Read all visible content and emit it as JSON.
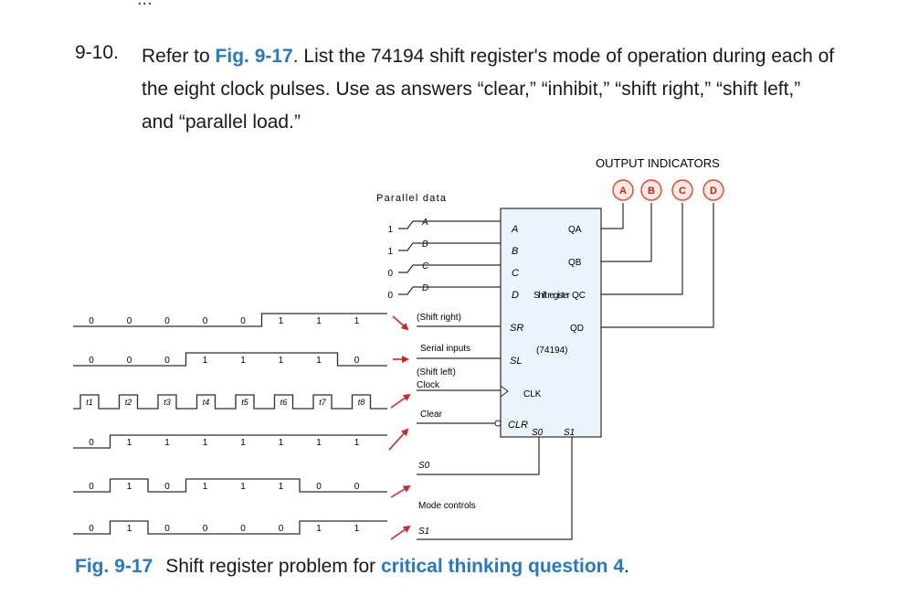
{
  "top_fragment": "...",
  "question": {
    "number": "9-10.",
    "text_before": "Refer to ",
    "fig_ref": "Fig. 9-17",
    "text_after": ". List the 74194 shift register's mode of operation during each of the eight clock pulses. Use as answers “clear,” “inhibit,” “shift right,” “shift left,” and “parallel load.”"
  },
  "figure": {
    "output_title": "OUTPUT INDICATORS",
    "indicators": [
      "A",
      "B",
      "C",
      "D"
    ],
    "parallel_title": "Parallel data",
    "parallel_values": [
      "1",
      "1",
      "0",
      "0"
    ],
    "parallel_letters": [
      "A",
      "B",
      "C",
      "D"
    ],
    "chip_inputs": [
      "A",
      "B",
      "C",
      "D",
      "SR",
      "SL"
    ],
    "chip_outputs": [
      "QA",
      "QB",
      "QC",
      "QD"
    ],
    "chip_name": "Shift register",
    "chip_part": "(74194)",
    "chip_clk": "CLK",
    "chip_clr": "CLR",
    "chip_s0": "S0",
    "chip_s1": "S1",
    "signal_labels": {
      "shift_right": "(Shift right)",
      "serial_inputs": "Serial inputs",
      "shift_left": "(Shift left)",
      "clock": "Clock",
      "clear": "Clear",
      "s0": "S0",
      "mode_controls": "Mode controls",
      "s1": "S1"
    },
    "waveforms": {
      "shift_right": [
        "0",
        "0",
        "0",
        "0",
        "0",
        "1",
        "1",
        "1"
      ],
      "shift_left": [
        "0",
        "0",
        "0",
        "1",
        "1",
        "1",
        "1",
        "0"
      ],
      "clock": [
        "t1",
        "t2",
        "t3",
        "t4",
        "t5",
        "t6",
        "t7",
        "t8"
      ],
      "clear": [
        "0",
        "1",
        "1",
        "1",
        "1",
        "1",
        "1",
        "1"
      ],
      "s0": [
        "0",
        "1",
        "0",
        "1",
        "1",
        "1",
        "0",
        "0"
      ],
      "s1": [
        "0",
        "1",
        "0",
        "0",
        "0",
        "0",
        "1",
        "1"
      ]
    }
  },
  "caption": {
    "label": "Fig. 9-17",
    "text_before": "Shift register problem for ",
    "link": "critical thinking question 4",
    "text_after": "."
  },
  "colors": {
    "link": "#2878c8",
    "indicator": "#e8412a",
    "arrow": "#d2232a"
  }
}
